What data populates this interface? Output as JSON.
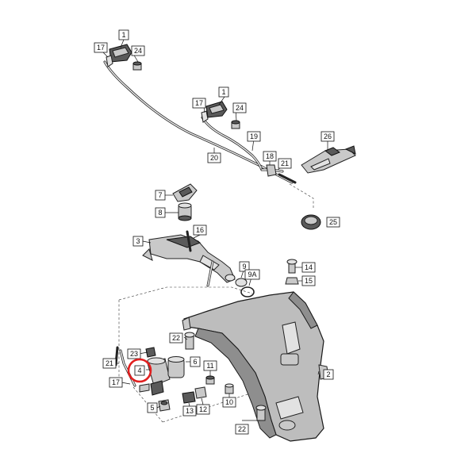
{
  "labels": {
    "l1a": "1",
    "l17a": "17",
    "l24a": "24",
    "l1b": "1",
    "l17b": "17",
    "l24b": "24",
    "l19": "19",
    "l18": "18",
    "l20": "20",
    "l21a": "21",
    "l26": "26",
    "l7": "7",
    "l8": "8",
    "l25": "25",
    "l3": "3",
    "l16": "16",
    "l9": "9",
    "l9A": "9A",
    "l14": "14",
    "l15": "15",
    "l22a": "22",
    "l23": "23",
    "l21b": "21",
    "l4": "4",
    "l6": "6",
    "l11": "11",
    "l2": "2",
    "l17c": "17",
    "l5": "5",
    "l13": "13",
    "l12": "12",
    "l10": "10",
    "l22b": "22"
  },
  "highlight": {
    "label_ref": "l4",
    "color": "#e11f1f"
  }
}
